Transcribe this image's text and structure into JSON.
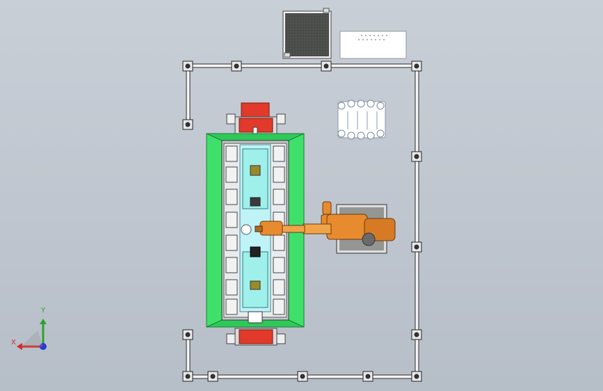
{
  "viewport": {
    "background_top": "#c9cfd7",
    "background_bottom": "#b6bec8"
  },
  "colors": {
    "safety_fence": "#2b2b2b",
    "base_plate": "#3fe06a",
    "fixture_bed": "#bff3f8",
    "pallet": "#9ff0ea",
    "robot": "#e88a2e",
    "conveyor_end": "#e23a2a",
    "panel_dark": "#4a4c4a"
  },
  "triad": {
    "x_label": "X",
    "y_label": "Y",
    "x_color": "#d12a2a",
    "y_color": "#2ba32b",
    "z_color": "#2a3ad1"
  },
  "components": [
    {
      "name": "safety-fence",
      "icon": "frame"
    },
    {
      "name": "control-cabinet",
      "icon": "box"
    },
    {
      "name": "operator-panel",
      "icon": "panel"
    },
    {
      "name": "gripper-rack",
      "icon": "rack"
    },
    {
      "name": "rotary-fixture-table",
      "icon": "fixture"
    },
    {
      "name": "industrial-robot",
      "icon": "robot"
    }
  ]
}
